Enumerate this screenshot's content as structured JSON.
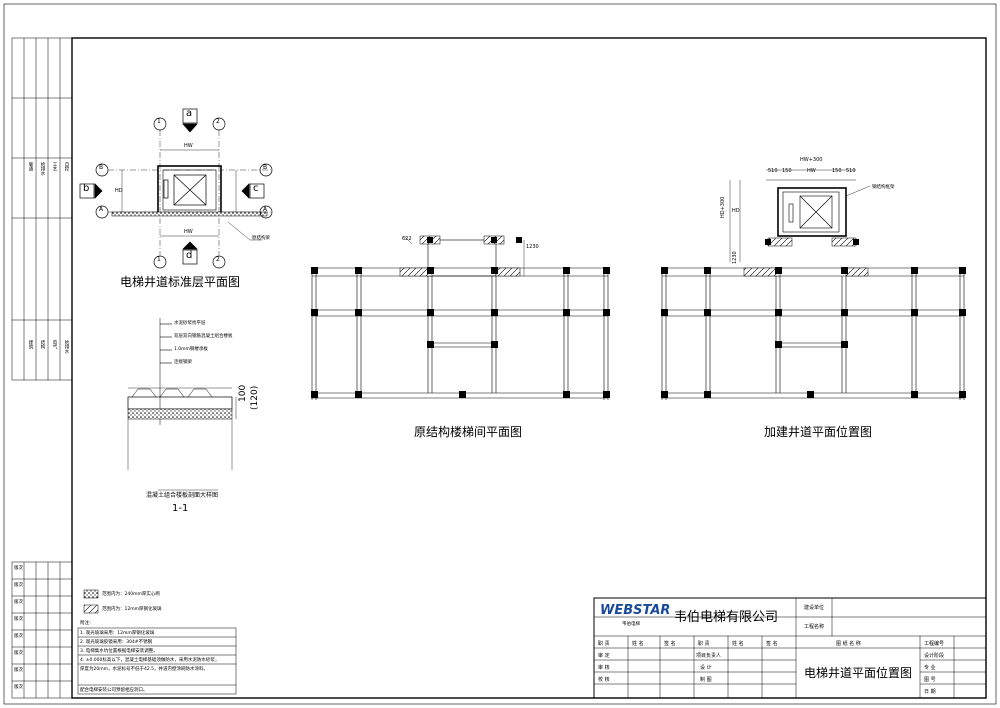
{
  "drawing": {
    "titles": {
      "standard_floor": "电梯井道标准层平面图",
      "original_stair": "原结构楼梯间平面图",
      "added_shaft": "加建井道平面位置图",
      "section_note": "混凝土组合楼板剖面大样图",
      "section_id": "1-1"
    },
    "axis_labels": {
      "one": "1",
      "two": "2",
      "a": "A",
      "b": "B",
      "a_view": "a",
      "b_view": "b",
      "c_view": "c",
      "d_view": "d"
    },
    "dimensions": {
      "hw": "HW",
      "hd": "HD",
      "hw_plus": "HW+300",
      "hd_plus": "HD+300",
      "d510": "510",
      "d150": "150",
      "d1230": "1230",
      "d622": "622",
      "d100": "100",
      "d120": "(120)"
    },
    "annotations": {
      "structure_line": "原结构梁",
      "steel_frame": "钢结构框架",
      "layer1": "水泥砂浆找平层",
      "layer2": "双层双向钢筋混凝土组合楼板",
      "layer3": "1.0mm钢楼承板",
      "layer4": "连接钢梁"
    }
  },
  "sidebar": {
    "upper_col1": [
      "暖通",
      "给排水",
      "工艺",
      "自控"
    ],
    "lower_col1": [
      "建筑",
      "结构",
      "电气",
      "给排水"
    ],
    "rev_rows": [
      "版次",
      "版次",
      "版次",
      "版次",
      "版次",
      "版次",
      "版次",
      "版次"
    ]
  },
  "legend": {
    "item1": "范围内为：240mm厚实心砌",
    "item2": "范围内为：12mm厚钢化玻璃"
  },
  "notes": {
    "heading": "附注：",
    "lines": [
      "1. 观光玻璃采用：12mm厚钢化玻璃",
      "2. 观光玻璃胶镜采用：304#不锈钢",
      "3. 电梯集水坑位置根据电梯安装调整。",
      "4. ±0.000标高以下，混凝土电梯基础须做防水，采用水泥防水砂浆，",
      "   厚度为20mm，水泥标号不低于42.5，井道内壁涂刷防水涂料。",
      "   配合电梯安装公司预留相应洞口。"
    ]
  },
  "title_block": {
    "brand": "WEBSTAR",
    "brand_sub": "韦伯电梯",
    "company": "韦伯电梯有限公司",
    "build_unit": "建设单位",
    "project_name": "工程名称",
    "drawing_name_label": "图 纸 名 称",
    "drawing_name": "电梯井道平面位置图",
    "project_no": "工程编号",
    "design_stage": "设计阶段",
    "major": "专 业",
    "drawing_no": "图 号",
    "date": "日 期",
    "roles_row": [
      "职 责",
      "姓 名",
      "签 名",
      "职 责",
      "姓 名",
      "签 名"
    ],
    "r_audit": "审 定",
    "r_check": "审 核",
    "r_proof": "校 核",
    "r_lead": "项目负责人",
    "r_design": "设 计",
    "r_draw": "制 图"
  }
}
